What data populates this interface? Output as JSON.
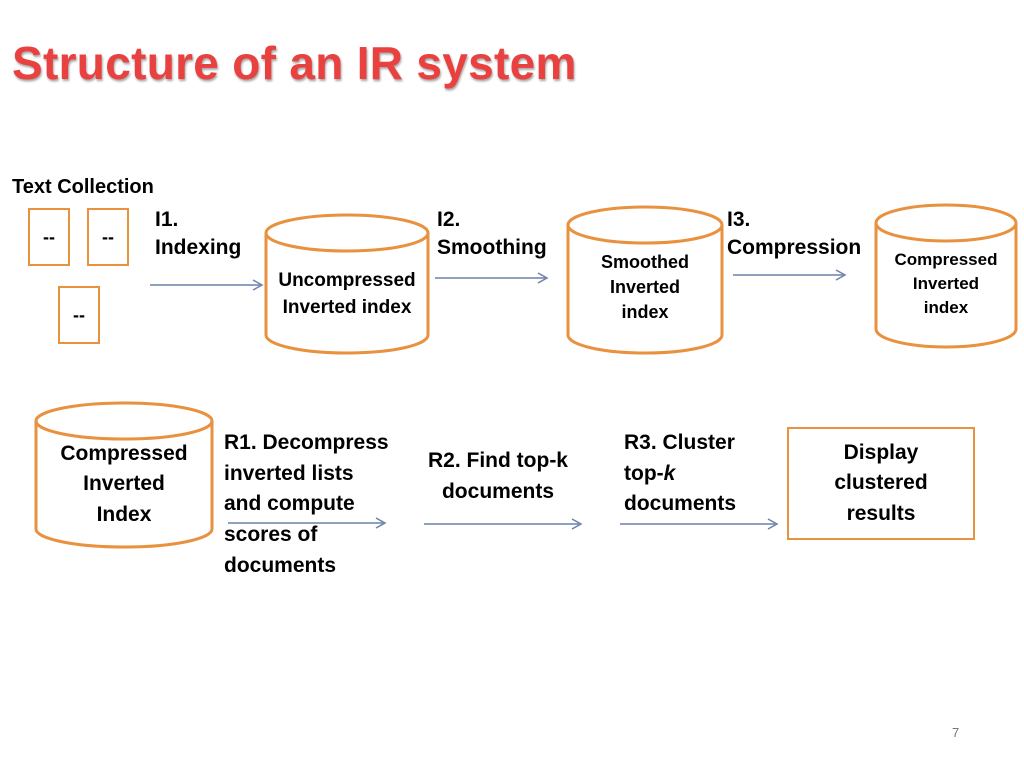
{
  "title": "Structure of an IR system",
  "colors": {
    "title": "#e8413f",
    "shape_border": "#e8913f",
    "arrow": "#6c82a8"
  },
  "indexing_row": {
    "collection_label": "Text Collection",
    "doc_glyph": "--",
    "steps": [
      {
        "num": "I1.",
        "name": "Indexing"
      },
      {
        "num": "I2.",
        "name": "Smoothing"
      },
      {
        "num": "I3.",
        "name": "Compression"
      }
    ],
    "stores": [
      {
        "line1": "Uncompressed",
        "line2": "Inverted index"
      },
      {
        "line1": "Smoothed",
        "line2": "Inverted",
        "line3": "index"
      },
      {
        "line1": "Compressed",
        "line2": "Inverted",
        "line3": "index"
      }
    ]
  },
  "retrieval_row": {
    "source": {
      "line1": "Compressed",
      "line2": "Inverted",
      "line3": "Index"
    },
    "steps": [
      {
        "lines": [
          "R1. Decompress",
          "inverted lists",
          "and compute",
          "scores of",
          "documents"
        ]
      },
      {
        "lines": [
          "R2. Find top-k",
          "documents"
        ]
      },
      {
        "line1": "R3. Cluster",
        "line2_prefix": "top-",
        "line2_italic": "k",
        "line3": "documents"
      }
    ],
    "result": {
      "line1": "Display",
      "line2": "clustered",
      "line3": "results"
    }
  },
  "page_number": "7"
}
